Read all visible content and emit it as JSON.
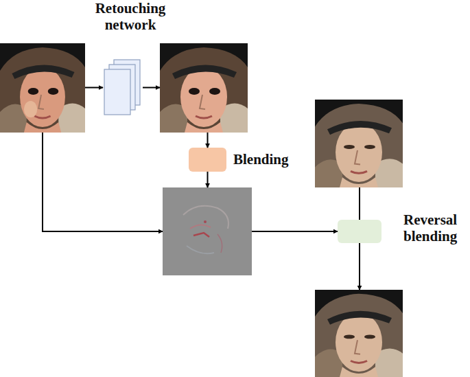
{
  "diagram": {
    "nodes": [
      {
        "text": []
      },
      {
        "text": [
          "Retouching network"
        ]
      },
      {
        "text": []
      },
      {
        "text": [
          "Blending"
        ]
      },
      {
        "text": []
      },
      {
        "text": []
      },
      {
        "text": [
          "Reversal blending"
        ]
      },
      {
        "text": []
      }
    ],
    "edges": [
      {
        "from": 0,
        "to": 1,
        "arrow": "to"
      },
      {
        "from": 1,
        "to": 2,
        "arrow": "to"
      },
      {
        "from": 2,
        "to": 3,
        "arrow": "to"
      },
      {
        "from": 3,
        "to": 4,
        "arrow": "to"
      },
      {
        "from": 0,
        "to": 4,
        "arrow": "to"
      },
      {
        "from": 4,
        "to": 6,
        "arrow": "to"
      },
      {
        "from": 5,
        "to": 6,
        "arrow": "none"
      },
      {
        "from": 6,
        "to": 7,
        "arrow": "to"
      }
    ]
  }
}
